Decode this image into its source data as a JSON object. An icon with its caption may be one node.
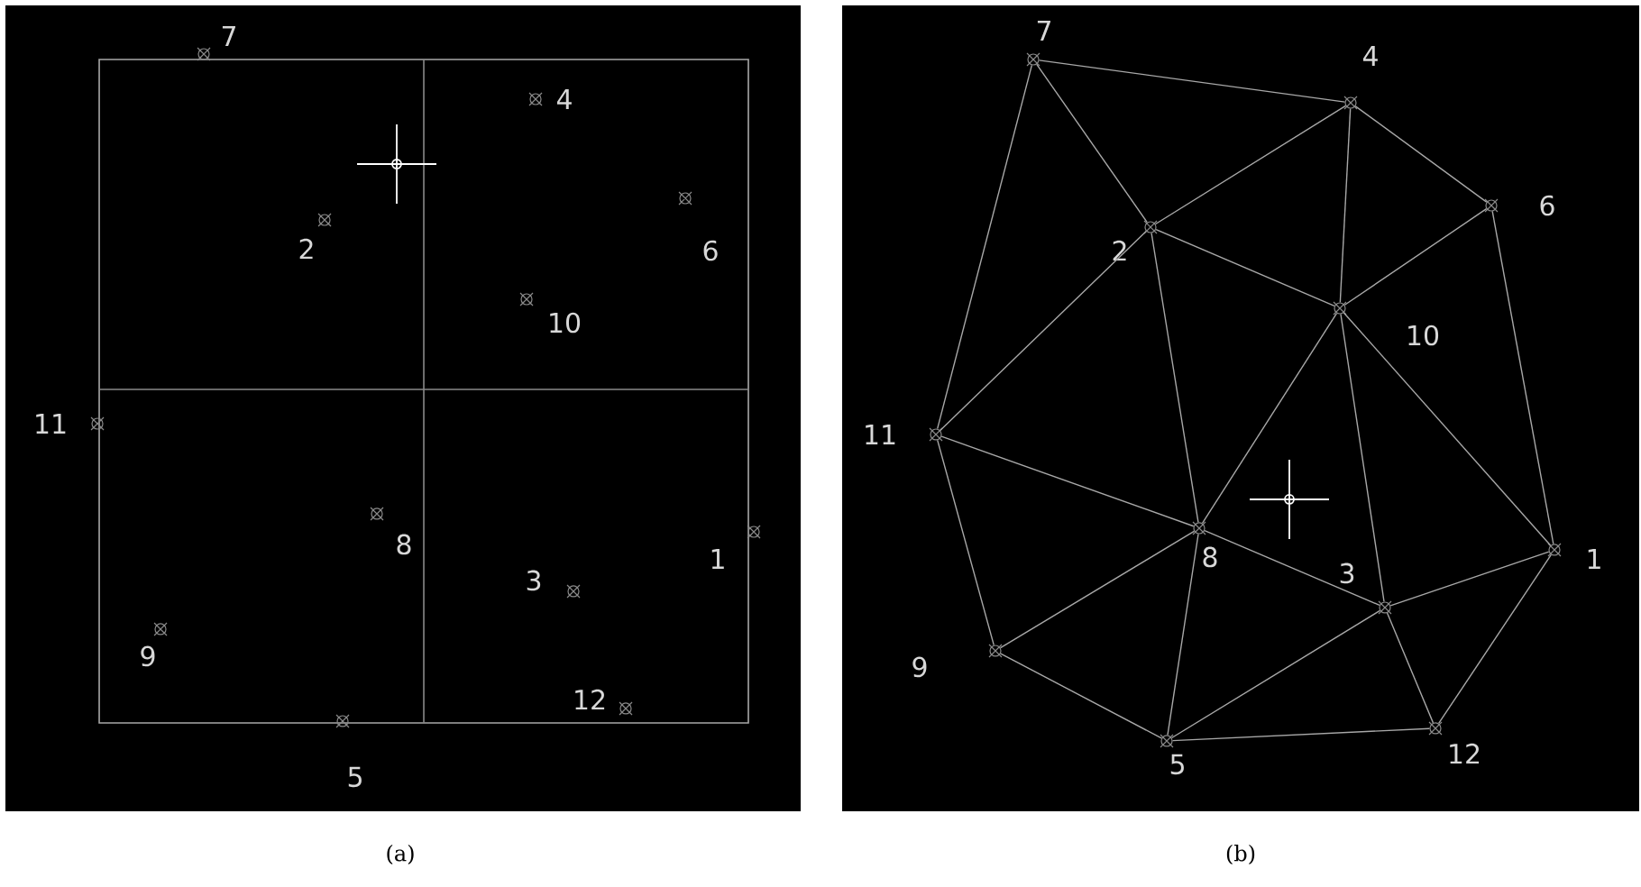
{
  "diagram": {
    "nodes": [
      {
        "text": [],
        "shape": "circle",
        "beside": [
          "7"
        ]
      },
      {
        "text": [],
        "shape": "circle",
        "beside": [
          "4"
        ]
      },
      {
        "text": [],
        "shape": "circle",
        "beside": [
          "6"
        ]
      },
      {
        "text": [],
        "shape": "circle",
        "beside": [
          "2"
        ]
      },
      {
        "text": [],
        "shape": "circle",
        "beside": [
          "10"
        ]
      },
      {
        "text": [],
        "shape": "circle",
        "beside": [
          "11"
        ]
      },
      {
        "text": [],
        "shape": "circle",
        "beside": [
          "8"
        ]
      },
      {
        "text": [],
        "shape": "circle",
        "beside": [
          "1"
        ]
      },
      {
        "text": [],
        "shape": "circle",
        "beside": [
          "3"
        ]
      },
      {
        "text": [],
        "shape": "circle",
        "beside": [
          "9"
        ]
      },
      {
        "text": [],
        "shape": "circle",
        "beside": [
          "5"
        ]
      },
      {
        "text": [],
        "shape": "circle",
        "beside": [
          "12"
        ]
      }
    ],
    "edges": [
      {
        "from": 0,
        "to": 1,
        "arrow": "none"
      },
      {
        "from": 0,
        "to": 3,
        "arrow": "none"
      },
      {
        "from": 0,
        "to": 5,
        "arrow": "none"
      },
      {
        "from": 1,
        "to": 3,
        "arrow": "none"
      },
      {
        "from": 1,
        "to": 4,
        "arrow": "none"
      },
      {
        "from": 1,
        "to": 2,
        "arrow": "none"
      },
      {
        "from": 3,
        "to": 4,
        "arrow": "none"
      },
      {
        "from": 3,
        "to": 5,
        "arrow": "none"
      },
      {
        "from": 3,
        "to": 6,
        "arrow": "none"
      },
      {
        "from": 2,
        "to": 4,
        "arrow": "none"
      },
      {
        "from": 2,
        "to": 7,
        "arrow": "none"
      },
      {
        "from": 4,
        "to": 6,
        "arrow": "none"
      },
      {
        "from": 4,
        "to": 8,
        "arrow": "none"
      },
      {
        "from": 4,
        "to": 7,
        "arrow": "none"
      },
      {
        "from": 5,
        "to": 6,
        "arrow": "none"
      },
      {
        "from": 5,
        "to": 9,
        "arrow": "none"
      },
      {
        "from": 6,
        "to": 9,
        "arrow": "none"
      },
      {
        "from": 6,
        "to": 10,
        "arrow": "none"
      },
      {
        "from": 6,
        "to": 8,
        "arrow": "none"
      },
      {
        "from": 9,
        "to": 10,
        "arrow": "none"
      },
      {
        "from": 10,
        "to": 8,
        "arrow": "none"
      },
      {
        "from": 10,
        "to": 11,
        "arrow": "none"
      },
      {
        "from": 8,
        "to": 11,
        "arrow": "none"
      },
      {
        "from": 8,
        "to": 7,
        "arrow": "none"
      },
      {
        "from": 7,
        "to": 11,
        "arrow": "none"
      }
    ],
    "labels": [
      "7",
      "4",
      "6",
      "2",
      "10",
      "11",
      "1",
      "8",
      "3",
      "9",
      "12",
      "5",
      "(a)",
      "(b)"
    ]
  }
}
